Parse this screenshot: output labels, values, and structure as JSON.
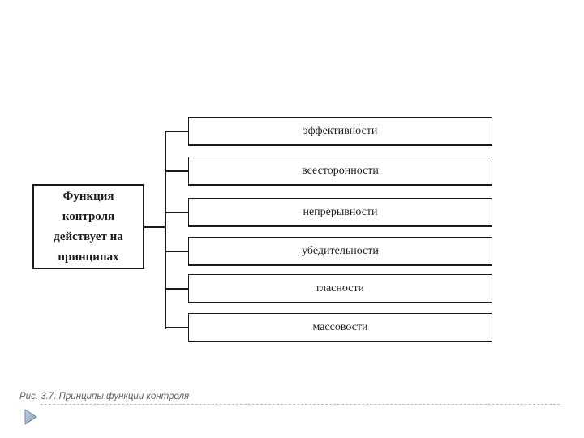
{
  "diagram": {
    "root": {
      "label": "Функция контроля действует на принципах"
    },
    "principles": [
      "эффективности",
      "всесторонности",
      "непрерывности",
      "убедительности",
      "гласности",
      "массовости"
    ]
  },
  "caption": {
    "text": "Рис. 3.7. Принципы функции контроля"
  },
  "icons": {
    "bullet": "play-arrow-icon"
  },
  "colors": {
    "line": "#1a1a1a",
    "text": "#1c1c1c",
    "caption_text": "#5f5f5f",
    "divider": "#bdbdbd",
    "bullet_fill_light": "#c9d4e0",
    "bullet_fill_dark": "#7f9cba",
    "bullet_stroke": "#6e87a3"
  }
}
